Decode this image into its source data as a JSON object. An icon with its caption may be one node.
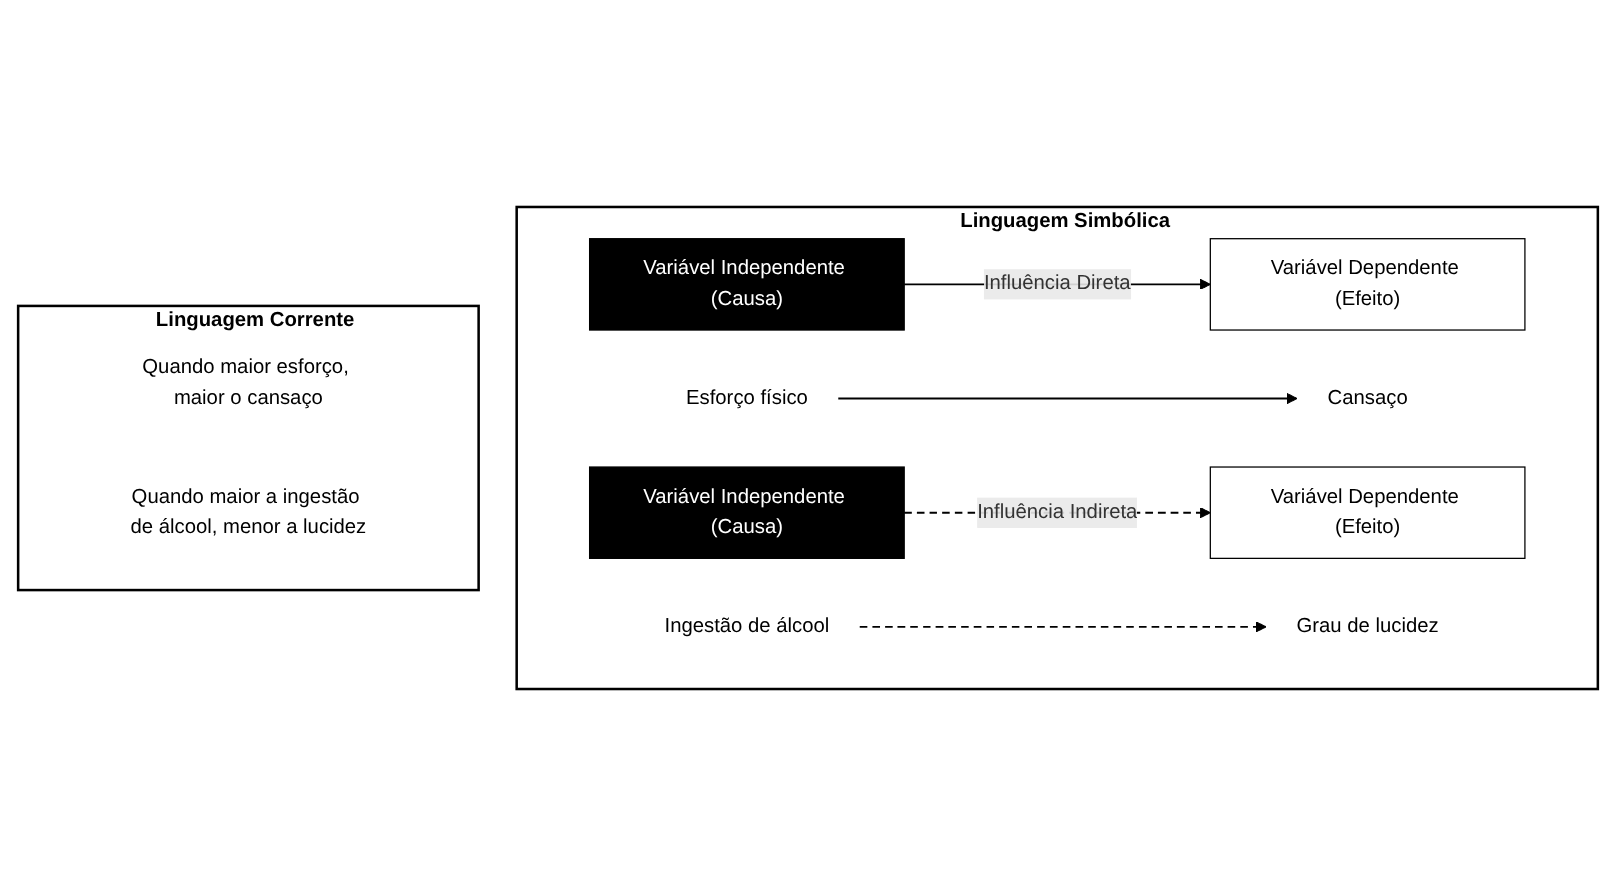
{
  "diagram": {
    "nodes": [
      {
        "text": [
          "Linguagem Corrente"
        ]
      },
      {
        "text": [
          "Quando maior esforço, maior o cansaço"
        ],
        "in": 0
      },
      {
        "text": [
          "Quando maior a ingestão de álcool, menor a lucidez"
        ],
        "in": 0
      },
      {
        "text": [
          "Linguagem Simbólica"
        ]
      },
      {
        "text": [
          "Variável Independente (Causa)"
        ],
        "in": 3
      },
      {
        "text": [
          "Variável Dependente (Efeito)"
        ],
        "in": 3
      },
      {
        "text": [
          "Esforço físico"
        ],
        "in": 3
      },
      {
        "text": [
          "Cansaço"
        ],
        "in": 3
      },
      {
        "text": [
          "Variável Independente (Causa)"
        ],
        "in": 3
      },
      {
        "text": [
          "Variável Dependente (Efeito)"
        ],
        "in": 3
      },
      {
        "text": [
          "Ingestão de álcool"
        ],
        "in": 3
      },
      {
        "text": [
          "Grau de lucidez"
        ],
        "in": 3
      }
    ],
    "edges": [
      {
        "from": 4,
        "to": 5,
        "arrow": "to",
        "label": "Influência Direta"
      },
      {
        "from": 6,
        "to": 7,
        "arrow": "to"
      },
      {
        "from": 8,
        "to": 9,
        "arrow": "to",
        "label": "Influência Indireta",
        "style": "dashed"
      },
      {
        "from": 10,
        "to": 11,
        "arrow": "to",
        "style": "dashed"
      }
    ]
  }
}
